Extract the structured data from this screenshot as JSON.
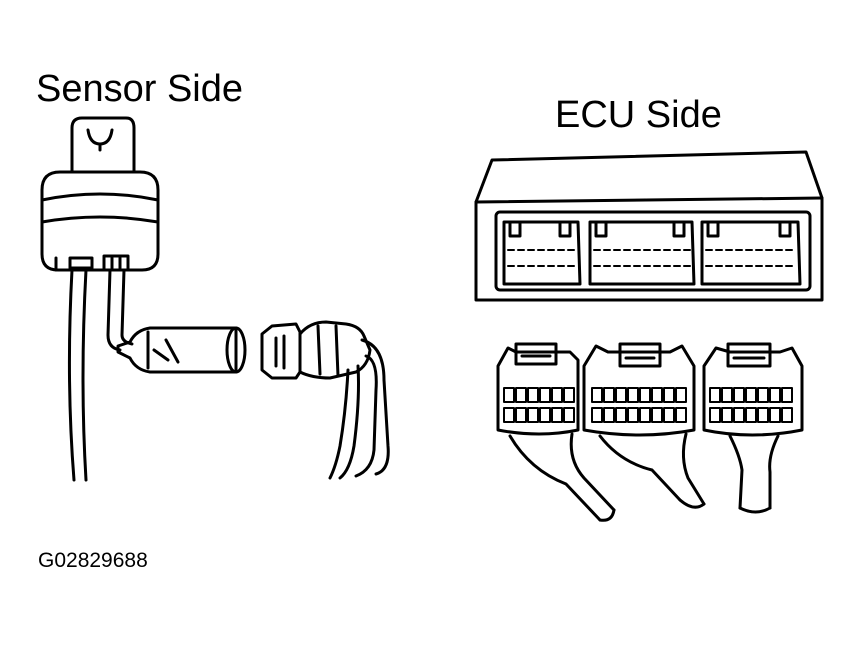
{
  "labels": {
    "sensor_side": "Sensor Side",
    "ecu_side": "ECU Side",
    "figure_id": "G02829688"
  },
  "colors": {
    "line": "#000000",
    "background": "#ffffff"
  }
}
